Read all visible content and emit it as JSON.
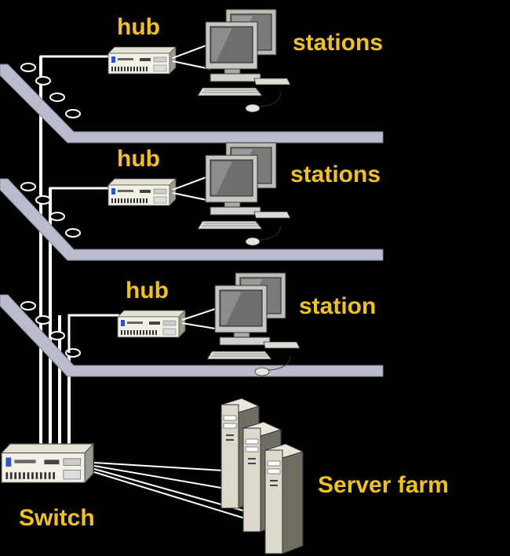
{
  "floors": [
    {
      "hub_label": "hub",
      "stations_label": "stations"
    },
    {
      "hub_label": "hub",
      "stations_label": "stations"
    },
    {
      "hub_label": "hub",
      "stations_label": "station"
    }
  ],
  "switch_label": "Switch",
  "server_label": "Server farm",
  "colors": {
    "background": "#000000",
    "label": "#f2c21a",
    "floor_slab": "#b8bccd",
    "cable": "#ffffff"
  }
}
